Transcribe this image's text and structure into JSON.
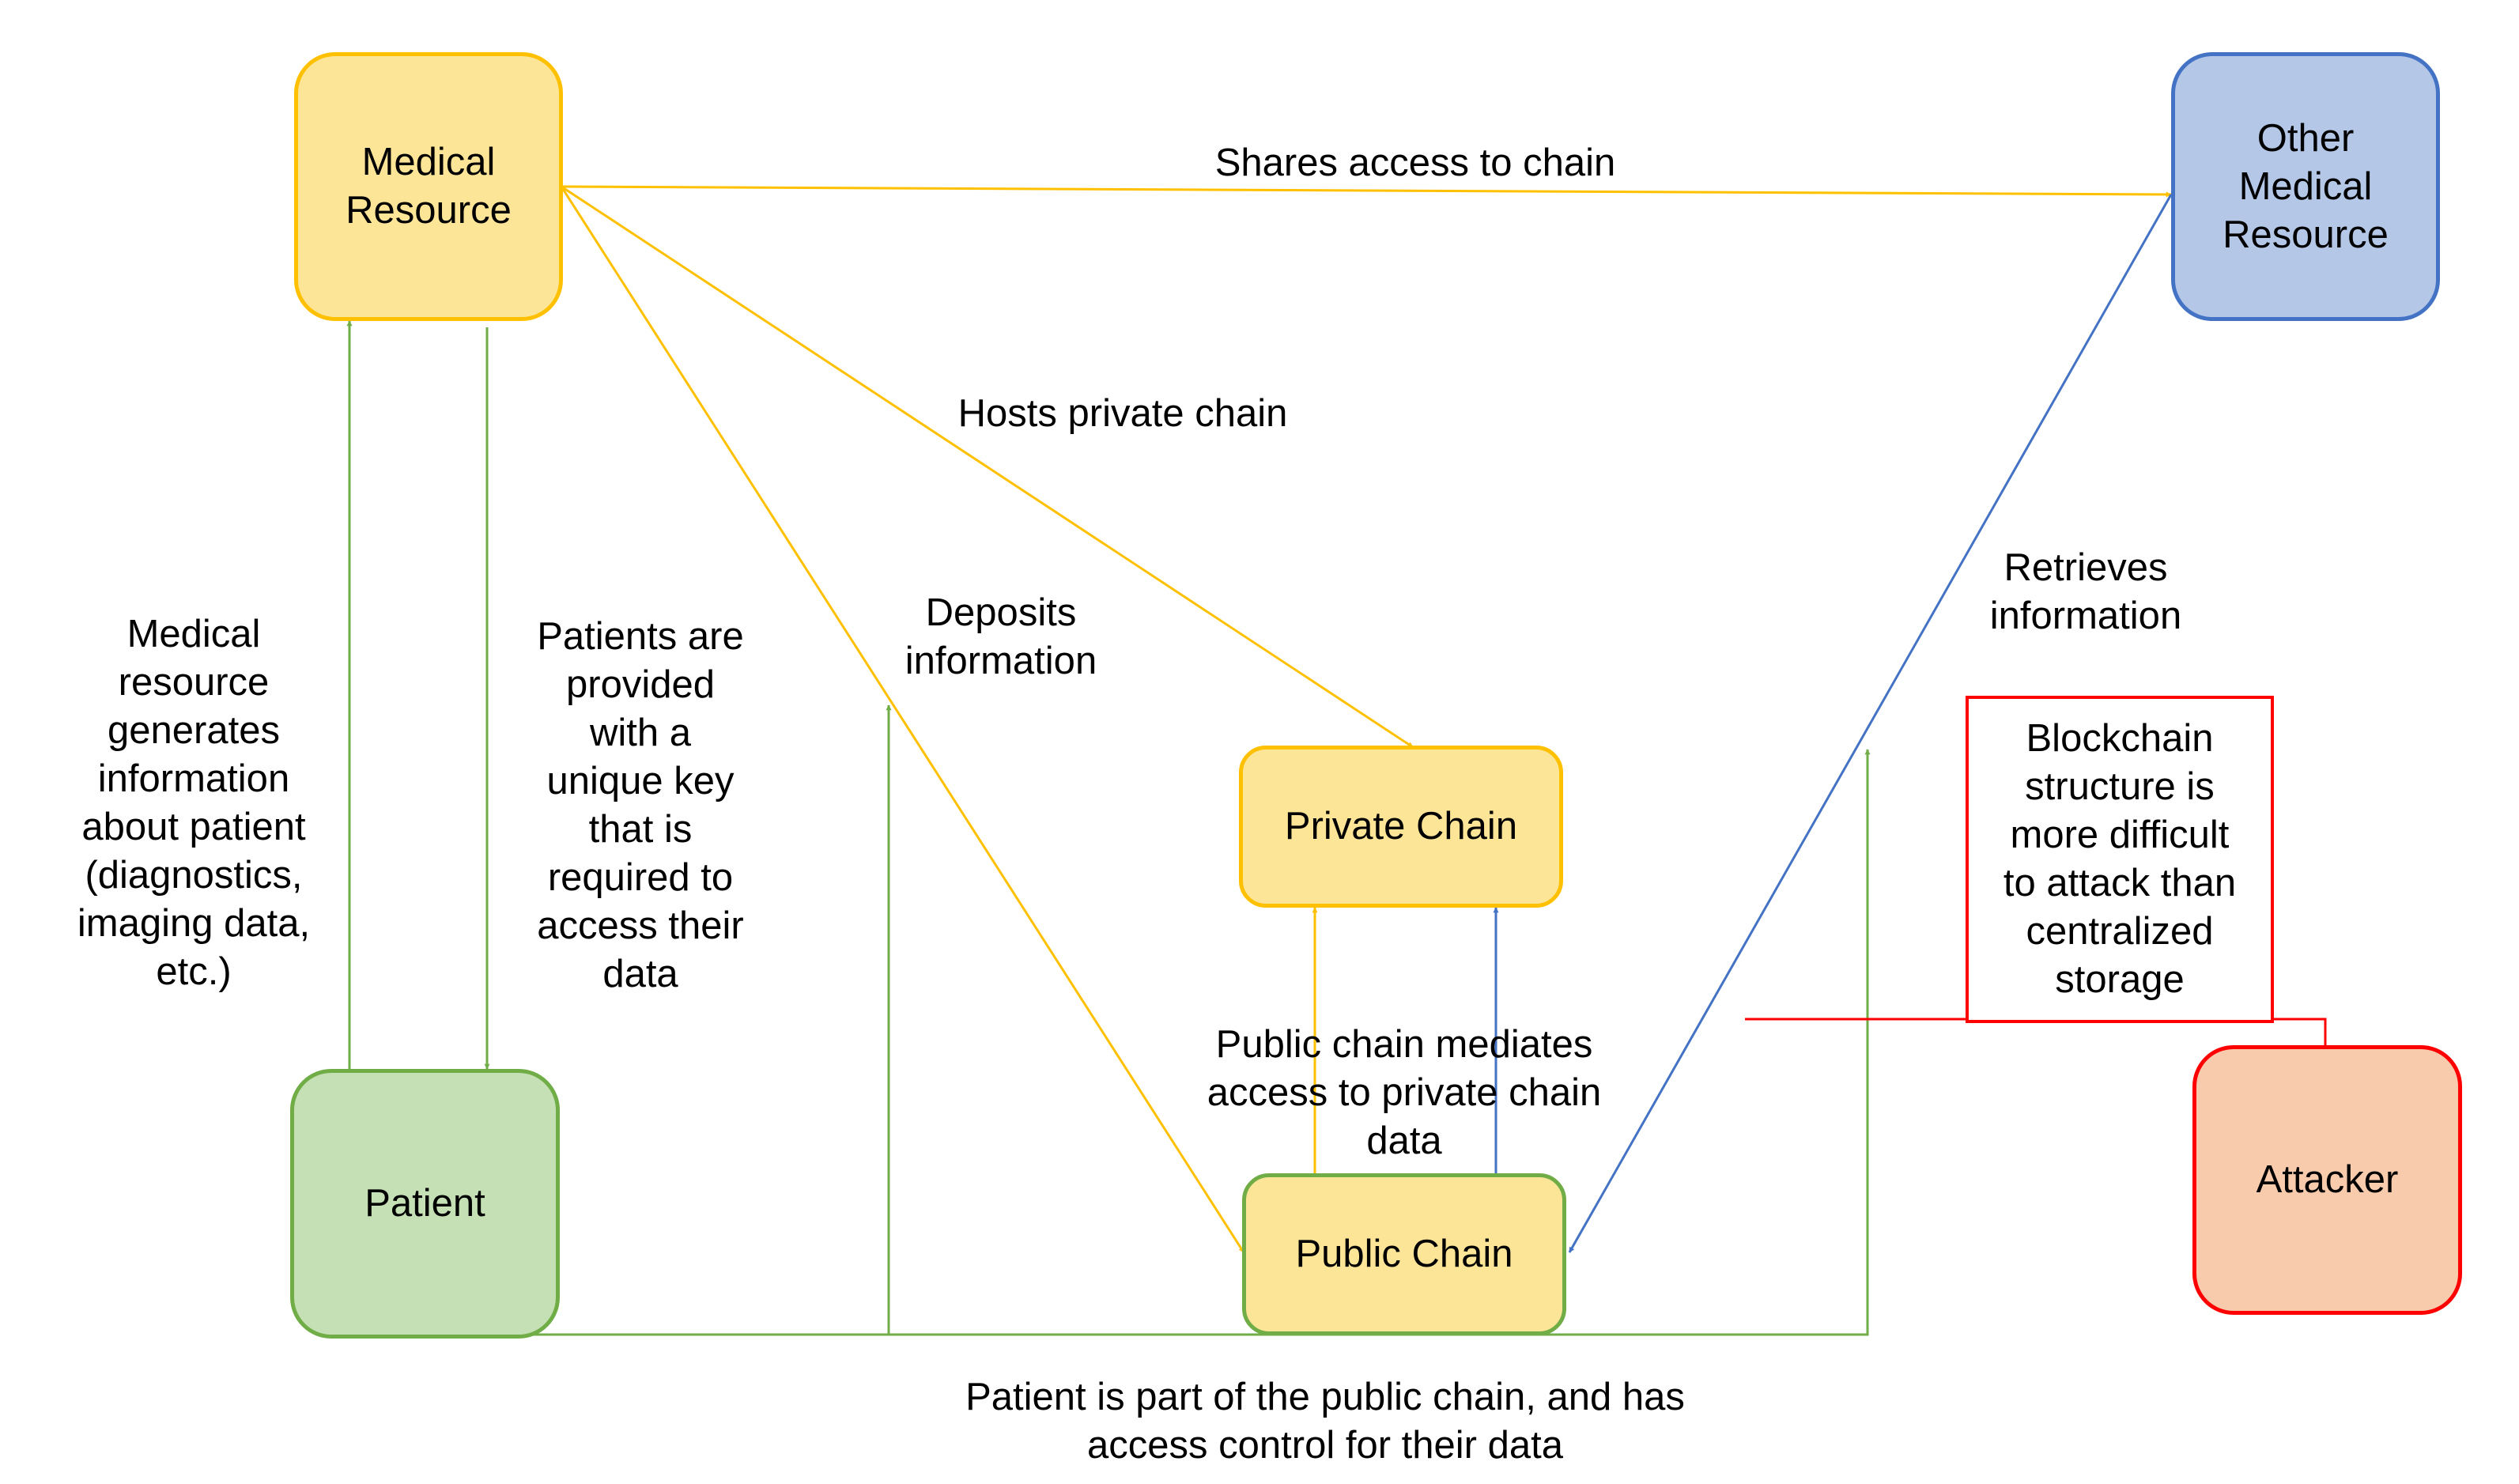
{
  "colors": {
    "yellow_fill": "#fde598",
    "yellow_stroke": "#ffc000",
    "blue_fill": "#b4c7e7",
    "blue_stroke": "#4472c4",
    "green_fill": "#c5e0b4",
    "green_stroke": "#70ad47",
    "salmon_fill": "#f8cbad",
    "red_stroke": "#ff0000"
  },
  "nodes": {
    "medical_resource": "Medical\nResource",
    "other_medical_resource": "Other\nMedical\nResource",
    "private_chain": "Private Chain",
    "public_chain": "Public Chain",
    "patient": "Patient",
    "attacker": "Attacker"
  },
  "edges": {
    "shares_access": "Shares access to chain",
    "hosts_private_chain": "Hosts private chain",
    "deposits_information": "Deposits\ninformation",
    "retrieves_information": "Retrieves\ninformation",
    "generates_information": "Medical\nresource\ngenerates\ninformation\nabout patient\n(diagnostics,\nimaging data,\netc.)",
    "unique_key": "Patients are\nprovided\nwith a\nunique key\nthat is\nrequired to\naccess their\ndata",
    "mediates_access": "Public chain mediates\naccess to private chain\ndata",
    "patient_public_chain": "Patient is part of the public chain, and has\naccess control for their data"
  },
  "annotation": {
    "blockchain_note": "Blockchain\nstructure is\nmore difficult\nto attack than\ncentralized\nstorage"
  }
}
